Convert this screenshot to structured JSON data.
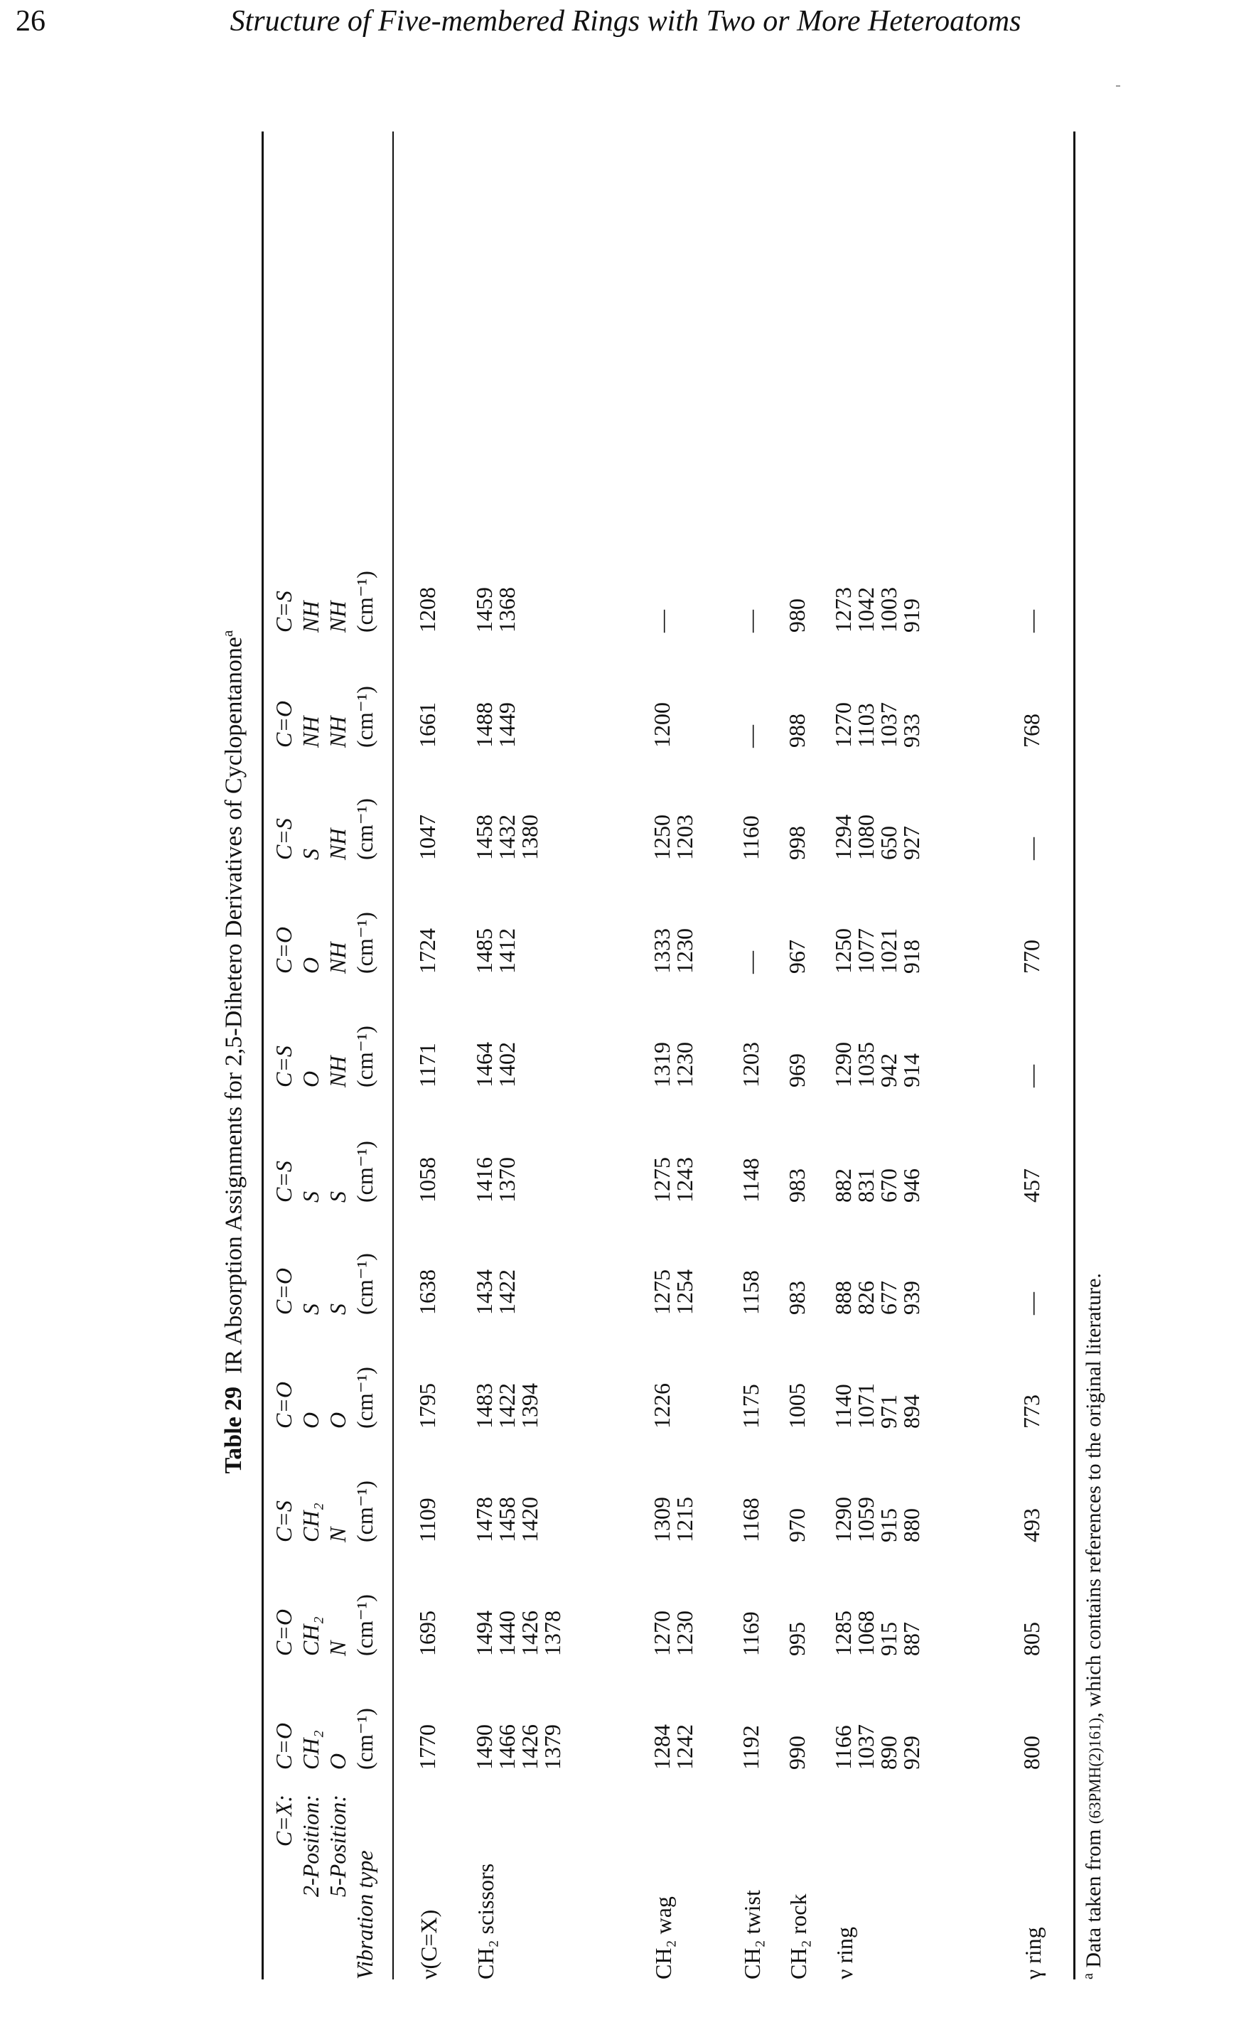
{
  "page": {
    "number": "26",
    "running_head": "Structure of Five-membered Rings with Two or More Heteroatoms"
  },
  "table": {
    "label": "Table 29",
    "title": "IR Absorption Assignments for 2,5-Dihetero Derivatives of Cyclopentanone",
    "title_note_marker": "a",
    "stub_header": {
      "cx": "C=X:",
      "pos2": "2-Position:",
      "pos5": "5-Position:",
      "vibration": "Vibration type"
    },
    "columns": [
      {
        "cx": "C=O",
        "p2": "CH₂",
        "p5": "O",
        "unit": "(cm⁻¹)"
      },
      {
        "cx": "C=O",
        "p2": "CH₂",
        "p5": "N",
        "unit": "(cm⁻¹)"
      },
      {
        "cx": "C=S",
        "p2": "CH₂",
        "p5": "N",
        "unit": "(cm⁻¹)"
      },
      {
        "cx": "C=O",
        "p2": "O",
        "p5": "O",
        "unit": "(cm⁻¹)"
      },
      {
        "cx": "C=O",
        "p2": "S",
        "p5": "S",
        "unit": "(cm⁻¹)"
      },
      {
        "cx": "C=S",
        "p2": "S",
        "p5": "S",
        "unit": "(cm⁻¹)"
      },
      {
        "cx": "C=S",
        "p2": "O",
        "p5": "NH",
        "unit": "(cm⁻¹)"
      },
      {
        "cx": "C=O",
        "p2": "O",
        "p5": "NH",
        "unit": "(cm⁻¹)"
      },
      {
        "cx": "C=S",
        "p2": "S",
        "p5": "NH",
        "unit": "(cm⁻¹)"
      },
      {
        "cx": "C=O",
        "p2": "NH",
        "p5": "NH",
        "unit": "(cm⁻¹)"
      },
      {
        "cx": "C=S",
        "p2": "NH",
        "p5": "NH",
        "unit": "(cm⁻¹)"
      }
    ],
    "rows": [
      {
        "label": "ν(C=X)",
        "cells": [
          [
            "1770"
          ],
          [
            "1695"
          ],
          [
            "1109"
          ],
          [
            "1795"
          ],
          [
            "1638"
          ],
          [
            "1058"
          ],
          [
            "1171"
          ],
          [
            "1724"
          ],
          [
            "1047"
          ],
          [
            "1661"
          ],
          [
            "1208"
          ]
        ]
      },
      {
        "label": "CH₂ scissors",
        "cells": [
          [
            "1490",
            "1466",
            "1426",
            "1379"
          ],
          [
            "1494",
            "1440",
            "1426",
            "1378"
          ],
          [
            "1478",
            "1458",
            "1420"
          ],
          [
            "1483",
            "1422",
            "1394"
          ],
          [
            "1434",
            "1422"
          ],
          [
            "1416",
            "1370"
          ],
          [
            "1464",
            "1402"
          ],
          [
            "1485",
            "1412"
          ],
          [
            "1458",
            "1432",
            "1380"
          ],
          [
            "1488",
            "1449"
          ],
          [
            "1459",
            "1368"
          ]
        ]
      },
      {
        "label": "CH₂ wag",
        "cells": [
          [
            "1284",
            "1242"
          ],
          [
            "1270",
            "1230"
          ],
          [
            "1309",
            "1215"
          ],
          [
            "1226"
          ],
          [
            "1275",
            "1254"
          ],
          [
            "1275",
            "1243"
          ],
          [
            "1319",
            "1230"
          ],
          [
            "1333",
            "1230"
          ],
          [
            "1250",
            "1203"
          ],
          [
            "1200"
          ],
          [
            "—"
          ]
        ]
      },
      {
        "label": "CH₂ twist",
        "cells": [
          [
            "1192"
          ],
          [
            "1169"
          ],
          [
            "1168"
          ],
          [
            "1175"
          ],
          [
            "1158"
          ],
          [
            "1148"
          ],
          [
            "1203"
          ],
          [
            "—"
          ],
          [
            "1160"
          ],
          [
            "—"
          ],
          [
            "—"
          ]
        ]
      },
      {
        "label": "CH₂ rock",
        "cells": [
          [
            "990"
          ],
          [
            "995"
          ],
          [
            "970"
          ],
          [
            "1005"
          ],
          [
            "983"
          ],
          [
            "983"
          ],
          [
            "969"
          ],
          [
            "967"
          ],
          [
            "998"
          ],
          [
            "988"
          ],
          [
            "980"
          ]
        ]
      },
      {
        "label": "ν ring",
        "cells": [
          [
            "1166",
            "1037",
            "890",
            "929"
          ],
          [
            "1285",
            "1068",
            "915",
            "887"
          ],
          [
            "1290",
            "1059",
            "915",
            "880"
          ],
          [
            "1140",
            "1071",
            "971",
            "894"
          ],
          [
            "888",
            "826",
            "677",
            "939"
          ],
          [
            "882",
            "831",
            "670",
            "946"
          ],
          [
            "1290",
            "1035",
            "942",
            "914"
          ],
          [
            "1250",
            "1077",
            "1021",
            "918"
          ],
          [
            "1294",
            "1080",
            "650",
            "927"
          ],
          [
            "1270",
            "1103",
            "1037",
            "933"
          ],
          [
            "1273",
            "1042",
            "1003",
            "919"
          ]
        ]
      },
      {
        "label": "γ ring",
        "cells": [
          [
            "800"
          ],
          [
            "805"
          ],
          [
            "493"
          ],
          [
            "773"
          ],
          [
            "—"
          ],
          [
            "457"
          ],
          [
            "—"
          ],
          [
            "770"
          ],
          [
            "—"
          ],
          [
            "768"
          ],
          [
            "—"
          ]
        ]
      }
    ],
    "footnote": {
      "marker": "a",
      "text_before": "Data taken from",
      "reference": "(63PMH(2)161)",
      "text_after": ", which contains references to the original literature."
    }
  }
}
